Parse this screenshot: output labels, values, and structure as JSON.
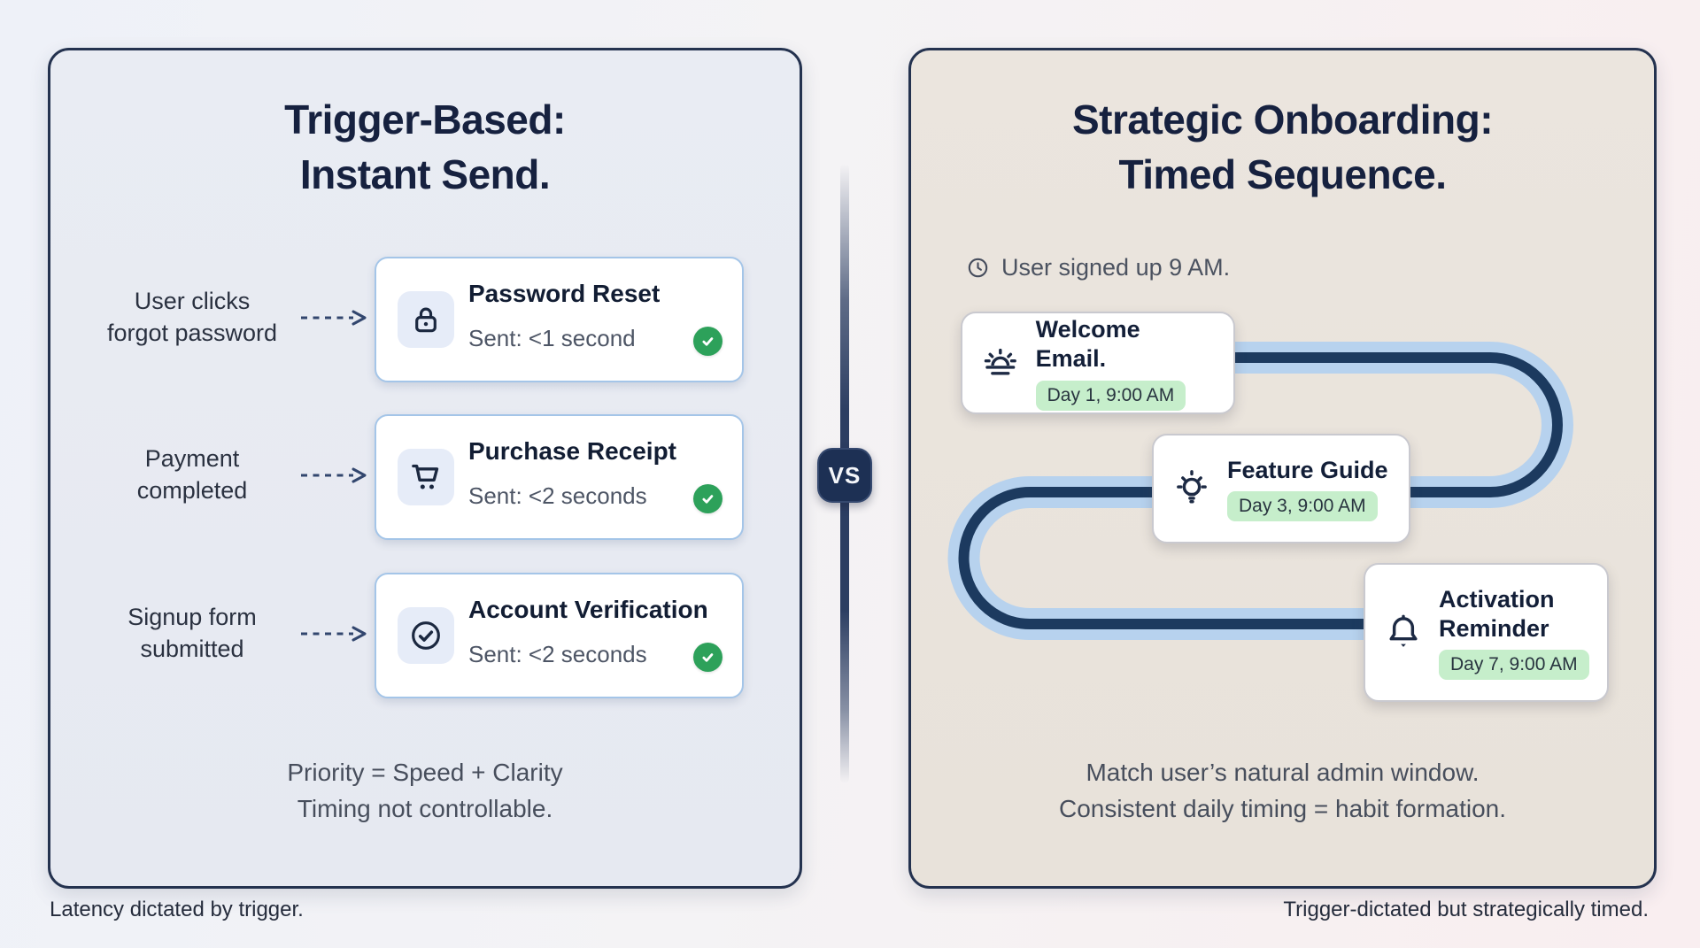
{
  "divider": {
    "vs_label": "VS"
  },
  "captions": {
    "left": "Latency dictated by trigger.",
    "right": "Trigger-dictated but strategically timed."
  },
  "left_panel": {
    "title_line1": "Trigger-Based:",
    "title_line2": "Instant Send.",
    "rows": [
      {
        "icon": "lock-icon",
        "trigger_line1": "User clicks",
        "trigger_line2": "forgot password",
        "title": "Password Reset",
        "status": "Sent: <1 second"
      },
      {
        "icon": "cart-icon",
        "trigger_line1": "Payment",
        "trigger_line2": "completed",
        "title": "Purchase Receipt",
        "status": "Sent: <2 seconds"
      },
      {
        "icon": "check-circle-icon",
        "trigger_line1": "Signup form",
        "trigger_line2": "submitted",
        "title": "Account Verification",
        "status": "Sent: <2 seconds"
      }
    ],
    "footer_line1": "Priority = Speed + Clarity",
    "footer_line2": "Timing not controllable."
  },
  "right_panel": {
    "title_line1": "Strategic Onboarding:",
    "title_line2": "Timed Sequence.",
    "signup_note": "User signed up 9 AM.",
    "steps": [
      {
        "icon": "sunrise-icon",
        "title": "Welcome Email.",
        "badge": "Day 1, 9:00 AM"
      },
      {
        "icon": "lightbulb-icon",
        "title": "Feature Guide",
        "badge": "Day 3, 9:00 AM"
      },
      {
        "icon": "bell-icon",
        "title": "Activation Reminder",
        "badge": "Day 7, 9:00 AM"
      }
    ],
    "footer_line1": "Match user’s natural admin window.",
    "footer_line2": "Consistent daily timing = habit formation."
  },
  "colors": {
    "navy": "#1c3a5f",
    "panel_border": "#24324f",
    "card_border_blue": "#a4c5e8",
    "snake_outer": "#b7d2ee",
    "snake_inner": "#1c3a5f",
    "check_green": "#2da15a",
    "pill_green": "#c6eecb"
  }
}
